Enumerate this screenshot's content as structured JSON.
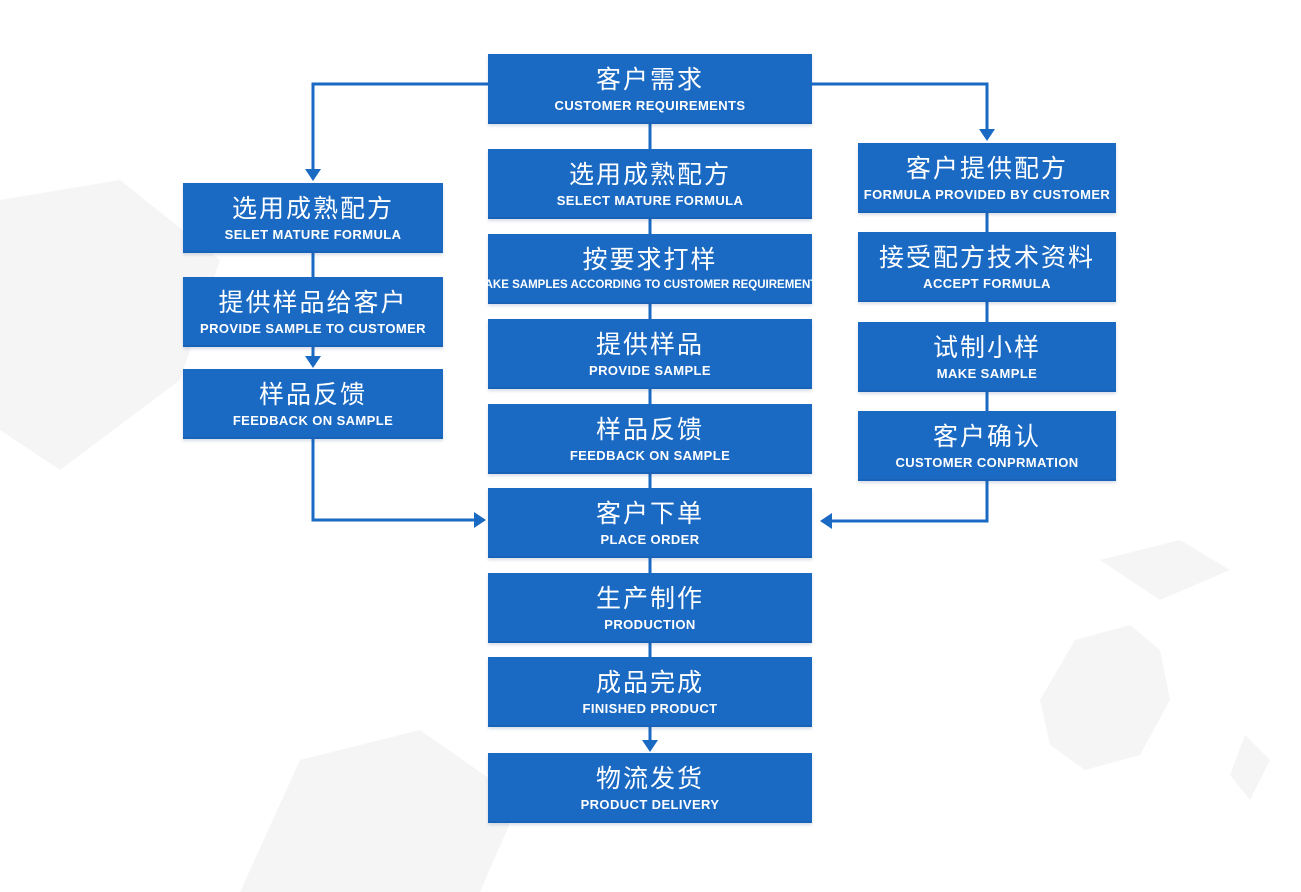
{
  "colors": {
    "accent": "#1a6ac4",
    "box_text": "#ffffff",
    "watermark": "#f5f5f5",
    "background": "#ffffff"
  },
  "nodes": {
    "customer_requirements": {
      "title": "客户需求",
      "subtitle": "CUSTOMER REQUIREMENTS"
    },
    "left_select_mature_formula": {
      "title": "选用成熟配方",
      "subtitle": "SELET MATURE FORMULA"
    },
    "left_provide_sample_to_customer": {
      "title": "提供样品给客户",
      "subtitle": "PROVIDE SAMPLE TO CUSTOMER"
    },
    "left_feedback_on_sample": {
      "title": "样品反馈",
      "subtitle": "FEEDBACK ON SAMPLE"
    },
    "mid_select_mature_formula": {
      "title": "选用成熟配方",
      "subtitle": "SELECT MATURE FORMULA"
    },
    "mid_make_samples": {
      "title": "按要求打样",
      "subtitle": "MAKE SAMPLES ACCORDING TO CUSTOMER REQUIREMENTS"
    },
    "mid_provide_sample": {
      "title": "提供样品",
      "subtitle": "PROVIDE SAMPLE"
    },
    "mid_feedback_on_sample": {
      "title": "样品反馈",
      "subtitle": "FEEDBACK ON SAMPLE"
    },
    "mid_place_order": {
      "title": "客户下单",
      "subtitle": "PLACE ORDER"
    },
    "mid_production": {
      "title": "生产制作",
      "subtitle": "PRODUCTION"
    },
    "mid_finished_product": {
      "title": "成品完成",
      "subtitle": "FINISHED PRODUCT"
    },
    "mid_product_delivery": {
      "title": "物流发货",
      "subtitle": "PRODUCT DELIVERY"
    },
    "right_formula_provided_by_customer": {
      "title": "客户提供配方",
      "subtitle": "FORMULA PROVIDED BY CUSTOMER"
    },
    "right_accept_formula": {
      "title": "接受配方技术资料",
      "subtitle": "ACCEPT FORMULA"
    },
    "right_make_sample": {
      "title": "试制小样",
      "subtitle": "MAKE SAMPLE"
    },
    "right_customer_confirmation": {
      "title": "客户确认",
      "subtitle": "CUSTOMER CONPRMATION"
    }
  }
}
